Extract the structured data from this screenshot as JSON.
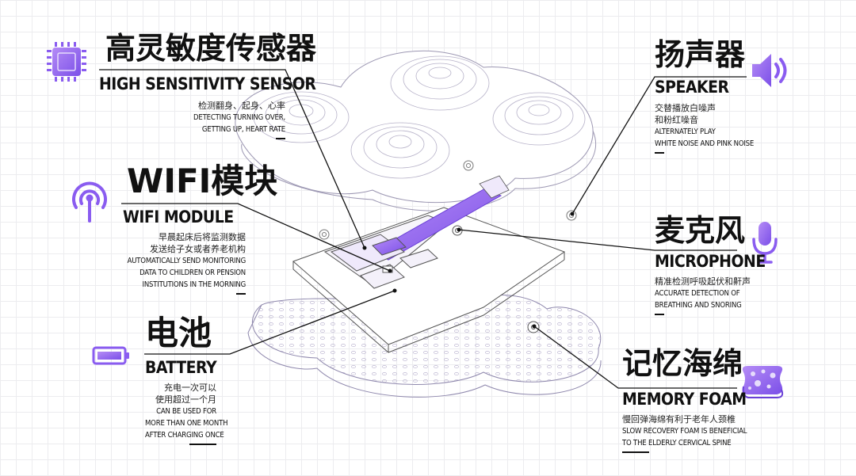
{
  "components": {
    "sensor": {
      "title_cn": "高灵敏度传感器",
      "title_en": "HIGH SENSITIVITY SENSOR",
      "desc_cn": "检测翻身、起身、心率",
      "desc_en": [
        "DETECTING TURNING OVER,",
        "GETTING UP, HEART RATE"
      ],
      "icon": "chip-icon"
    },
    "wifi": {
      "title_cn": "WIFI模块",
      "title_en": "WIFI MODULE",
      "desc_cn": [
        "早晨起床后将监测数据",
        "发送给子女或者养老机构"
      ],
      "desc_en": [
        "AUTOMATICALLY SEND MONITORING",
        "DATA TO CHILDREN OR PENSION",
        "INSTITUTIONS IN THE MORNING"
      ],
      "icon": "wifi-antenna-icon"
    },
    "battery": {
      "title_cn": "电池",
      "title_en": "BATTERY",
      "desc_cn": [
        "充电一次可以",
        "使用超过一个月"
      ],
      "desc_en": [
        "CAN BE USED FOR",
        "MORE THAN ONE MONTH",
        "AFTER CHARGING ONCE"
      ],
      "icon": "battery-icon"
    },
    "speaker": {
      "title_cn": "扬声器",
      "title_en": "SPEAKER",
      "desc_cn": [
        "交替播放白噪声",
        "和粉红噪音"
      ],
      "desc_en": [
        "ALTERNATELY PLAY",
        "WHITE NOISE AND PINK NOISE"
      ],
      "icon": "speaker-icon"
    },
    "microphone": {
      "title_cn": "麦克风",
      "title_en": "MICROPHONE",
      "desc_cn": "精准检测呼吸起伏和鼾声",
      "desc_en": [
        "ACCURATE DETECTION OF",
        "BREATHING AND SNORING"
      ],
      "icon": "microphone-icon"
    },
    "foam": {
      "title_cn": "记忆海绵",
      "title_en": "MEMORY FOAM",
      "desc_cn": "慢回弹海绵有利于老年人颈椎",
      "desc_en": [
        "SLOW RECOVERY FOAM IS BENEFICIAL",
        "TO THE ELDERLY CERVICAL SPINE"
      ],
      "icon": "sponge-icon"
    }
  },
  "colors": {
    "accent": "#8a5cf0",
    "accent_light": "#c9b3f7",
    "line": "#111111",
    "outline": "#9b96b0"
  }
}
